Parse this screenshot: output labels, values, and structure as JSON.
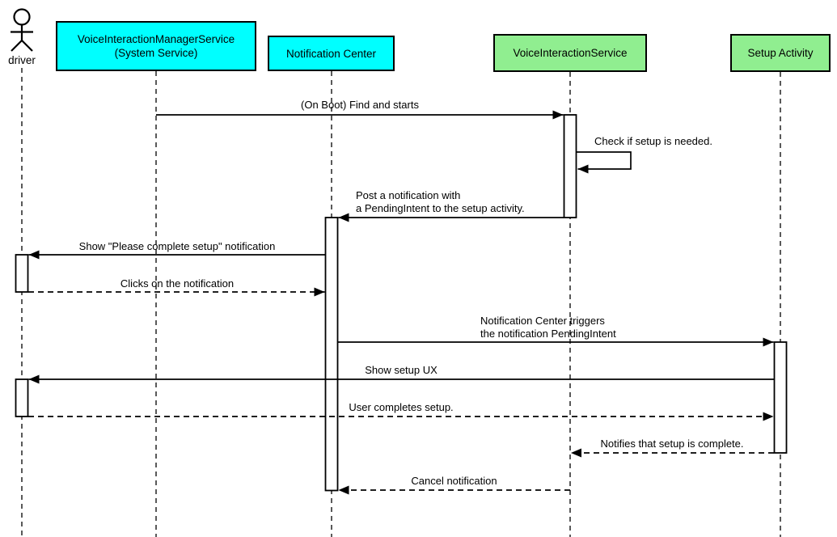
{
  "title": "Voice interaction setup sequence diagram",
  "palette": {
    "actor_system": "#00ffff",
    "actor_service": "#90ee90",
    "stroke": "#000000",
    "background": "#ffffff"
  },
  "lifelines": {
    "driver": {
      "label": "driver",
      "kind": "actor"
    },
    "manager_service": {
      "line1": "VoiceInteractionManagerService",
      "line2": "(System Service)",
      "kind": "system"
    },
    "notification_center": {
      "label": "Notification Center",
      "kind": "system"
    },
    "voice_interaction_service": {
      "label": "VoiceInteractionService",
      "kind": "service"
    },
    "setup_activity": {
      "label": "Setup Activity",
      "kind": "service"
    }
  },
  "messages": {
    "on_boot": {
      "text": "(On Boot) Find and starts",
      "from": "manager_service",
      "to": "voice_interaction_service",
      "style": "solid"
    },
    "check_setup": {
      "text": "Check if setup is needed.",
      "from": "voice_interaction_service",
      "to": "voice_interaction_service",
      "style": "solid-self"
    },
    "post_notification": {
      "line1": "Post a notification with",
      "line2": "a PendingIntent to the setup activity.",
      "from": "voice_interaction_service",
      "to": "notification_center",
      "style": "solid"
    },
    "show_notification": {
      "text": "Show \"Please complete setup\" notification",
      "from": "notification_center",
      "to": "driver",
      "style": "solid"
    },
    "clicks_notification": {
      "text": "Clicks on the notification",
      "from": "driver",
      "to": "notification_center",
      "style": "dashed"
    },
    "trigger_pending_intent": {
      "line1": "Notification Center triggers",
      "line2": "the notification PendingIntent",
      "from": "notification_center",
      "to": "setup_activity",
      "style": "solid"
    },
    "show_setup_ux": {
      "text": "Show setup UX",
      "from": "setup_activity",
      "to": "driver",
      "style": "solid"
    },
    "user_completes_setup": {
      "text": "User completes setup.",
      "from": "driver",
      "to": "setup_activity",
      "style": "dashed"
    },
    "notifies_setup_complete": {
      "text": "Notifies that setup is complete.",
      "from": "setup_activity",
      "to": "voice_interaction_service",
      "style": "dashed"
    },
    "cancel_notification": {
      "text": "Cancel notification",
      "from": "voice_interaction_service",
      "to": "notification_center",
      "style": "dashed"
    }
  }
}
